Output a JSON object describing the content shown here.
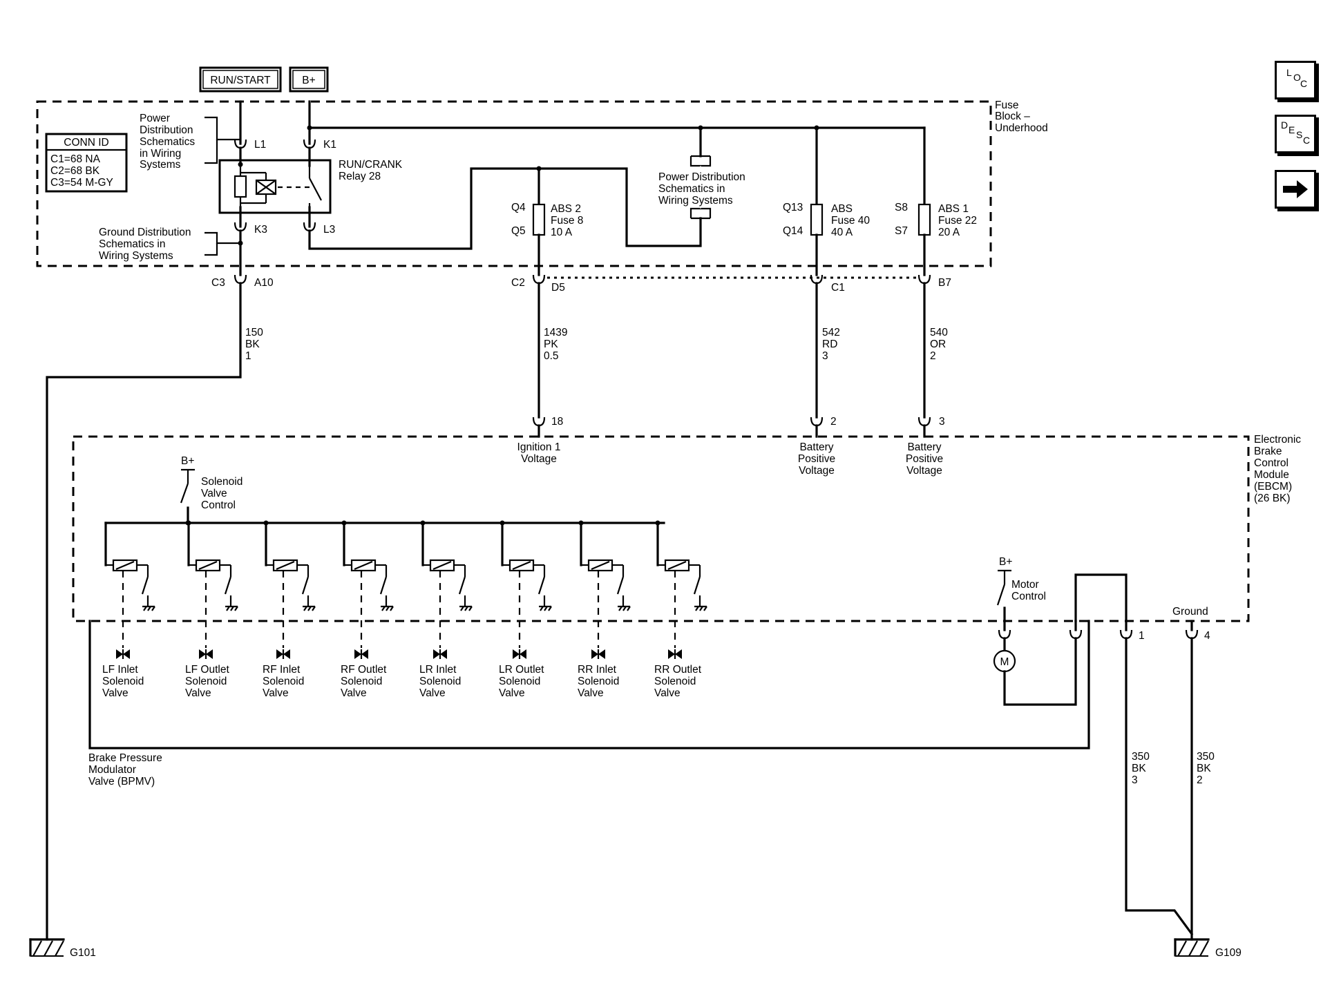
{
  "tags": {
    "run_start": "RUN/START",
    "b_plus": "B+"
  },
  "conn_id": {
    "header": "CONN ID",
    "c1": "C1=68 NA",
    "c2": "C2=68 BK",
    "c3": "C3=54 M-GY"
  },
  "fuse_block": {
    "label1": "Fuse",
    "label2": "Block –",
    "label3": "Underhood",
    "power_dist": [
      "Power",
      "Distribution",
      "Schematics",
      "in Wiring",
      "Systems"
    ],
    "ground_dist": [
      "Ground Distribution",
      "Schematics in",
      "Wiring Systems"
    ],
    "power_dist_mid": [
      "Power Distribution",
      "Schematics in",
      "Wiring Systems"
    ],
    "relay": {
      "name": "RUN/CRANK",
      "number": "Relay 28",
      "pins": {
        "l1": "L1",
        "k1": "K1",
        "k3": "K3",
        "l3": "L3"
      }
    },
    "fuses": [
      {
        "in_pin": "Q4",
        "out_pin": "Q5",
        "name": "ABS 2",
        "fuse": "Fuse 8",
        "rating": "10 A"
      },
      {
        "in_pin": "Q13",
        "out_pin": "Q14",
        "name": "ABS",
        "fuse": "Fuse 40",
        "rating": "40 A"
      },
      {
        "in_pin": "S8",
        "out_pin": "S7",
        "name": "ABS 1",
        "fuse": "Fuse 22",
        "rating": "20 A"
      }
    ]
  },
  "connectors": {
    "c3": "C3",
    "a10": "A10",
    "c2": "C2",
    "d5": "D5",
    "c1": "C1",
    "b7": "B7"
  },
  "wires": [
    {
      "circuit": "150",
      "color": "BK",
      "size": "1"
    },
    {
      "circuit": "1439",
      "color": "PK",
      "size": "0.5"
    },
    {
      "circuit": "542",
      "color": "RD",
      "size": "3"
    },
    {
      "circuit": "540",
      "color": "OR",
      "size": "2"
    },
    {
      "circuit": "350",
      "color": "BK",
      "size": "3"
    },
    {
      "circuit": "350",
      "color": "BK",
      "size": "2"
    }
  ],
  "ebcm": {
    "label": [
      "Electronic",
      "Brake",
      "Control",
      "Module",
      "(EBCM)",
      "(26 BK)"
    ],
    "pins": [
      {
        "pin": "18",
        "label": [
          "Ignition 1",
          "Voltage"
        ]
      },
      {
        "pin": "2",
        "label": [
          "Battery",
          "Positive",
          "Voltage"
        ]
      },
      {
        "pin": "3",
        "label": [
          "Battery",
          "Positive",
          "Voltage"
        ]
      }
    ],
    "b_plus": "B+",
    "solenoid_control": [
      "Solenoid",
      "Valve",
      "Control"
    ],
    "motor_control": [
      "Motor",
      "Control"
    ],
    "motor": "M",
    "ground_label": "Ground",
    "pin_1": "1",
    "pin_4": "4"
  },
  "valves": [
    [
      "LF Inlet",
      "Solenoid",
      "Valve"
    ],
    [
      "LF Outlet",
      "Solenoid",
      "Valve"
    ],
    [
      "RF Inlet",
      "Solenoid",
      "Valve"
    ],
    [
      "RF Outlet",
      "Solenoid",
      "Valve"
    ],
    [
      "LR Inlet",
      "Solenoid",
      "Valve"
    ],
    [
      "LR Outlet",
      "Solenoid",
      "Valve"
    ],
    [
      "RR Inlet",
      "Solenoid",
      "Valve"
    ],
    [
      "RR Outlet",
      "Solenoid",
      "Valve"
    ]
  ],
  "bpmv": [
    "Brake Pressure",
    "Modulator",
    "Valve (BPMV)"
  ],
  "grounds": {
    "left": "G101",
    "right": "G109"
  },
  "nav": {
    "loc": {
      "a": "L",
      "b": "O",
      "c": "C"
    },
    "desc": {
      "a": "D",
      "b": "E",
      "c": "S",
      "d": "C"
    },
    "arrow_icon": "arrow-right-icon"
  }
}
